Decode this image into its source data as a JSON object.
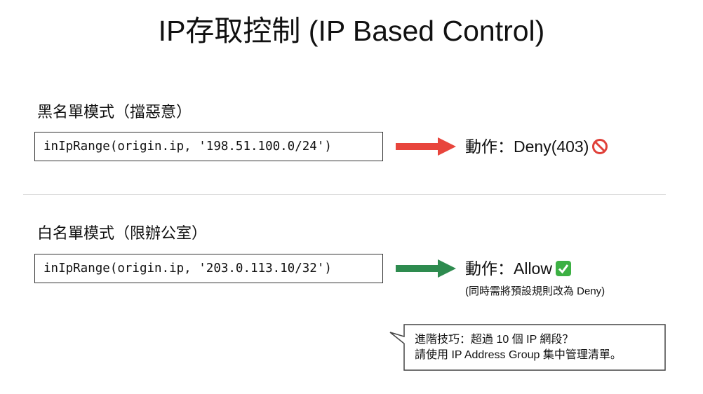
{
  "title": "IP存取控制 (IP Based Control)",
  "blacklist": {
    "heading": "黑名單模式（擋惡意）",
    "rule": "inIpRange(origin.ip, '198.51.100.0/24')",
    "action": "動作：Deny(403)",
    "icon": "prohibited-icon",
    "arrow_color": "#e8453c"
  },
  "whitelist": {
    "heading": "白名單模式（限辦公室）",
    "rule": "inIpRange(origin.ip, '203.0.113.10/32')",
    "action": "動作：Allow",
    "icon": "check-mark-icon",
    "arrow_color": "#2e8b4f",
    "note": "(同時需將預設規則改為 Deny)"
  },
  "tip": {
    "line1": "進階技巧：超過 10 個 IP 網段？",
    "line2": "請使用 IP Address Group 集中管理清單。"
  }
}
